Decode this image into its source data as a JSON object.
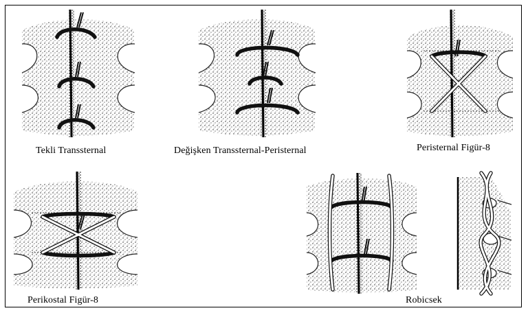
{
  "figure": {
    "captions": {
      "tekli": "Tekli Transsternal",
      "degisken": "Değişken Transsternal-Peristernal",
      "peristernal_f8": "Peristernal Figür-8",
      "perikostal_f8": "Perikostal Figür-8",
      "robicsek": "Robicsek"
    },
    "colors": {
      "ink": "#111111",
      "background": "#ffffff",
      "border": "#000000"
    }
  }
}
